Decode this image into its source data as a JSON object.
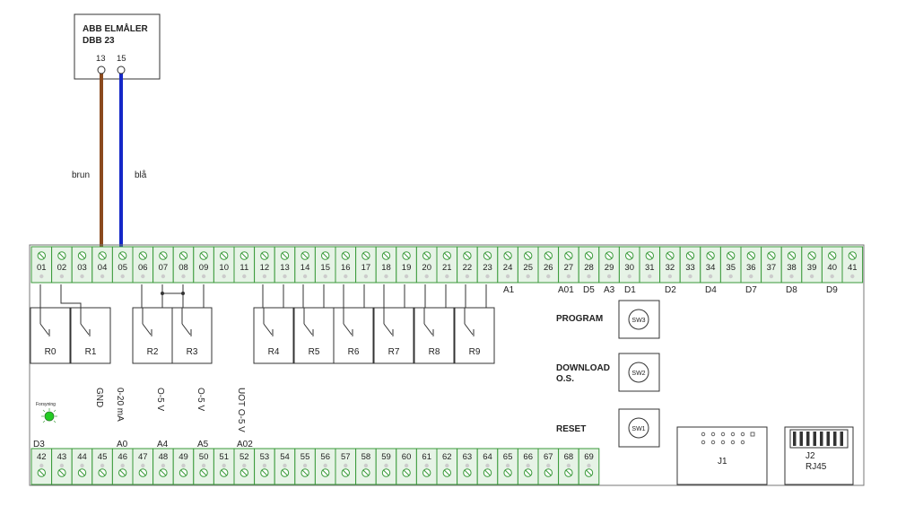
{
  "meter": {
    "title": "ABB ELMÅLER",
    "model": "DBB 23",
    "pins": [
      "13",
      "15"
    ]
  },
  "wires": {
    "brown_label": "brun",
    "blue_label": "blå",
    "brown_color": "#8B4A1E",
    "blue_color": "#1428C8"
  },
  "top_terminals": [
    "01",
    "02",
    "03",
    "04",
    "05",
    "06",
    "07",
    "08",
    "09",
    "10",
    "11",
    "12",
    "13",
    "14",
    "15",
    "16",
    "17",
    "18",
    "19",
    "20",
    "21",
    "22",
    "23",
    "24",
    "25",
    "26",
    "27",
    "28",
    "29",
    "30",
    "31",
    "32",
    "33",
    "34",
    "35",
    "36",
    "37",
    "38",
    "39",
    "40",
    "41"
  ],
  "bottom_terminals": [
    "42",
    "43",
    "44",
    "45",
    "46",
    "47",
    "48",
    "49",
    "50",
    "51",
    "52",
    "53",
    "54",
    "55",
    "56",
    "57",
    "58",
    "59",
    "60",
    "61",
    "62",
    "63",
    "64",
    "65",
    "66",
    "67",
    "68",
    "69"
  ],
  "top_io_labels": [
    "A1",
    "A01",
    "D5",
    "A3",
    "D1",
    "D2",
    "D4",
    "D7",
    "D8",
    "D9"
  ],
  "bottom_io_labels": [
    "D3",
    "A0",
    "A4",
    "A5",
    "A02"
  ],
  "relays": [
    "R0",
    "R1",
    "R2",
    "R3",
    "R4",
    "R5",
    "R6",
    "R7",
    "R8",
    "R9"
  ],
  "vertical_labels": [
    "GND",
    "0-20 mA",
    "O-5 V",
    "O-5 V",
    "UOT O-5 V"
  ],
  "led": {
    "label": "Forsyning",
    "color": "#22CC22"
  },
  "buttons": [
    {
      "label": "PROGRAM",
      "switch": "SW3"
    },
    {
      "label": "DOWNLOAD\nO.S.",
      "switch": "SW2"
    },
    {
      "label": "RESET",
      "switch": "SW1"
    }
  ],
  "connectors": {
    "j1": "J1",
    "j2_name": "J2",
    "j2_type": "RJ45"
  },
  "colors": {
    "terminal_green": "#3A9A3A",
    "terminal_fill": "#E6F3E6"
  }
}
